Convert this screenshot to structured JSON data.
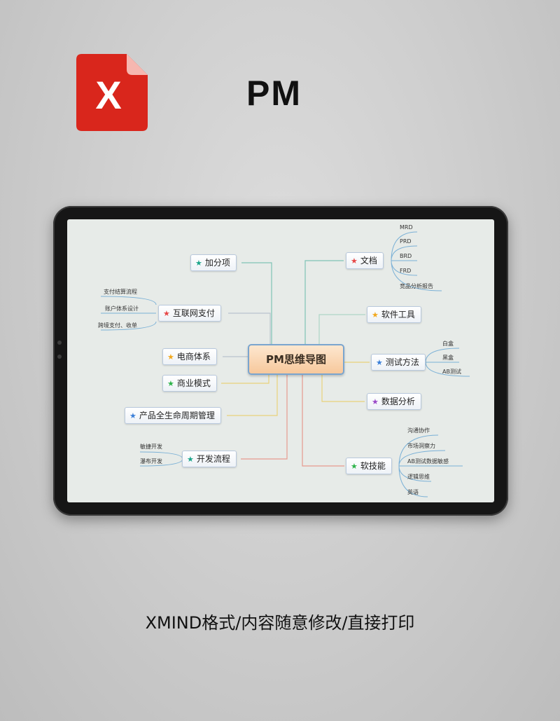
{
  "header": {
    "title": "PM",
    "logo_letter": "X"
  },
  "mindmap": {
    "center": "PM思维导图",
    "left": [
      {
        "label": "加分项",
        "star_color": "#1aa58a"
      },
      {
        "label": "互联网支付",
        "star_color": "#e64646",
        "children": [
          "支付结算流程",
          "账户体系设计",
          "跨境支付、收单"
        ]
      },
      {
        "label": "电商体系",
        "star_color": "#f2a81d"
      },
      {
        "label": "商业模式",
        "star_color": "#2db34a"
      },
      {
        "label": "产品全生命周期管理",
        "star_color": "#3a7fd8"
      },
      {
        "label": "开发流程",
        "star_color": "#1aa58a",
        "children": [
          "敏捷开发",
          "瀑布开发"
        ]
      }
    ],
    "right": [
      {
        "label": "文档",
        "star_color": "#e64646",
        "children": [
          "MRD",
          "PRD",
          "BRD",
          "FRD",
          "竞品分析报告"
        ]
      },
      {
        "label": "软件工具",
        "star_color": "#f2a81d"
      },
      {
        "label": "测试方法",
        "star_color": "#3a7fd8",
        "children": [
          "白盒",
          "黑盒",
          "AB测试"
        ]
      },
      {
        "label": "数据分析",
        "star_color": "#9a49c8"
      },
      {
        "label": "软技能",
        "star_color": "#2db34a",
        "children": [
          "沟通协作",
          "市场洞察力",
          "AB测试数据敏感",
          "逻辑思维",
          "英语"
        ]
      }
    ]
  },
  "footer": {
    "text": "XMIND格式/内容随意修改/直接打印"
  }
}
